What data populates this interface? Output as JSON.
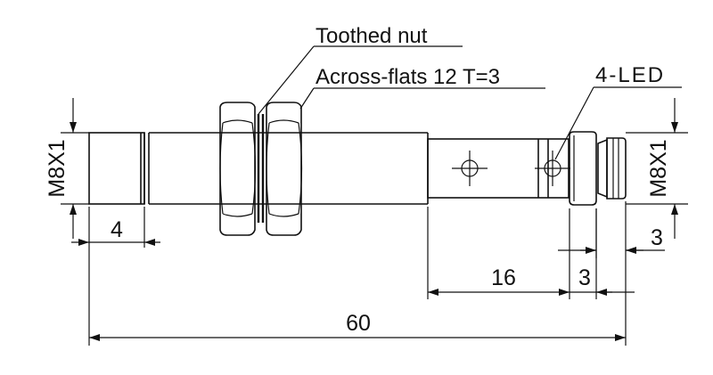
{
  "labels": {
    "toothed_nut": "Toothed nut",
    "across_flats": "Across-flats 12 T=3",
    "led": "4-LED",
    "thread_left": "M8X1",
    "thread_right": "M8X1"
  },
  "dimensions": {
    "front_thread": "4",
    "total_length": "60",
    "rear_section": "16",
    "cap_length": "3",
    "connector_length": "3"
  },
  "colors": {
    "line": "#111111",
    "background": "#ffffff"
  }
}
